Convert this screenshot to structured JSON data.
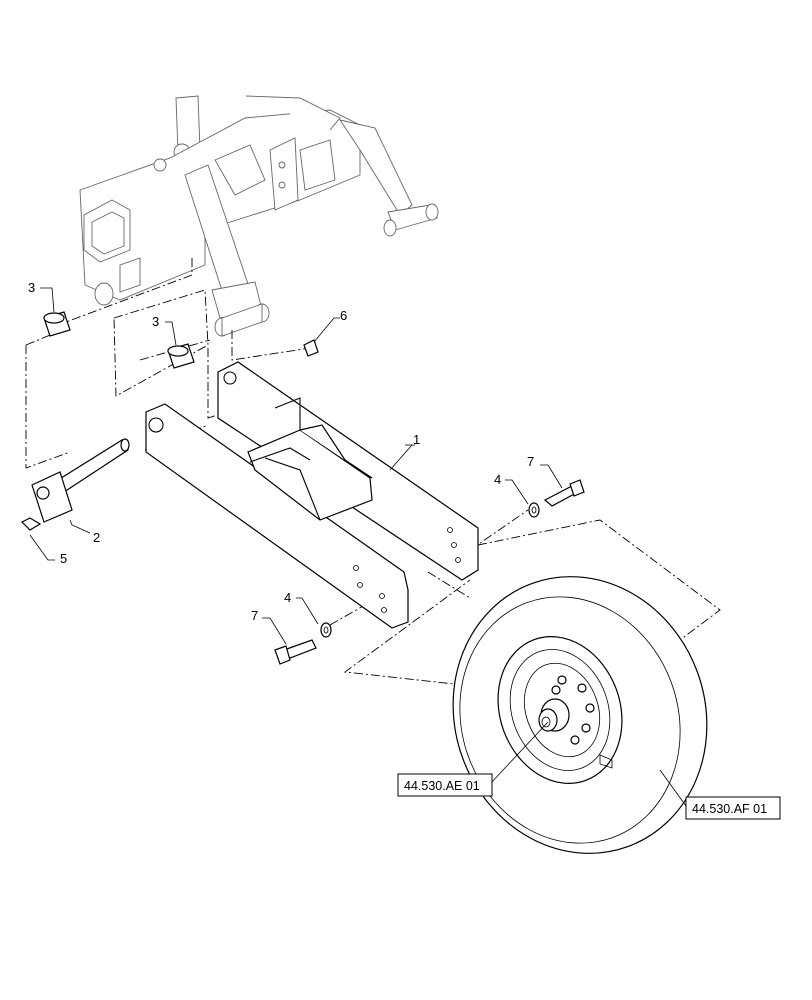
{
  "callouts": {
    "item_1": "1",
    "item_2": "2",
    "item_3a": "3",
    "item_3b": "3",
    "item_4a": "4",
    "item_4b": "4",
    "item_5": "5",
    "item_6": "6",
    "item_7a": "7",
    "item_7b": "7"
  },
  "references": {
    "hub_ref": "44.530.AE 01",
    "wheel_ref": "44.530.AF 01"
  }
}
